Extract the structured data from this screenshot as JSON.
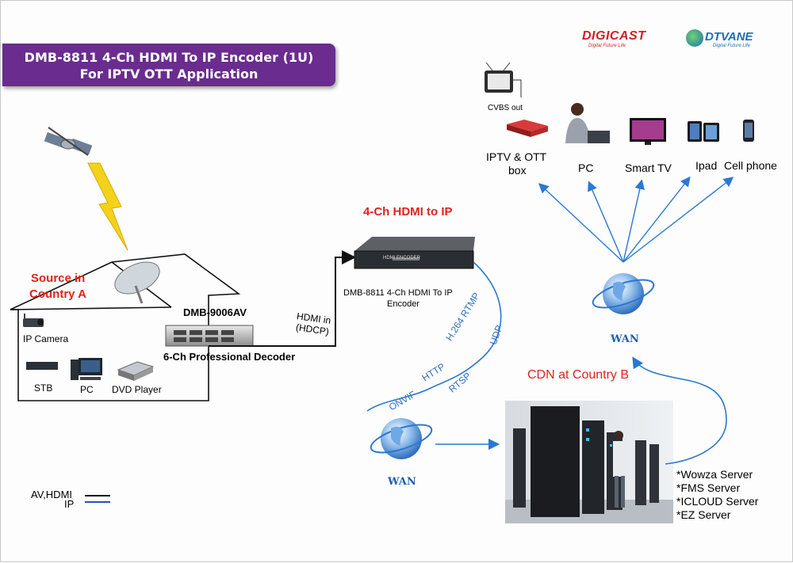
{
  "title": {
    "line1": "DMB-8811 4-Ch HDMI To IP Encoder (1U)",
    "line2": "For IPTV OTT Application"
  },
  "logos": {
    "digicast": "DIGICAST",
    "digicast_tagline": "Digital Future Life",
    "dtvane": "DTVANE",
    "dtvane_tagline": "Digital Future Life"
  },
  "source": {
    "heading": "Source in Country A",
    "heading_line1": "Source in",
    "heading_line2": "Country A",
    "devices": [
      "IP Camera",
      "STB",
      "PC",
      "DVD Player"
    ]
  },
  "decoder": {
    "model": "DMB-9006AV",
    "name": "6-Ch Professional Decoder"
  },
  "hdmi_link": {
    "line1": "HDMI in",
    "line2": "(HDCP)"
  },
  "encoder": {
    "heading": "4-Ch HDMI to IP",
    "panel_text": "HDMI ENCODER",
    "caption_line1": "DMB-8811 4-Ch HDMI To IP",
    "caption_line2": "Encoder"
  },
  "protocols": [
    "H.264 RTMP",
    "UDP",
    "HTTP",
    "RTSP",
    "ONVIF"
  ],
  "wan_label": "WAN",
  "cdn": {
    "heading": "CDN at Country B",
    "servers": [
      "*Wowza Server",
      "*FMS Server",
      "*ICLOUD Server",
      "*EZ Server"
    ]
  },
  "endpoints": {
    "cvbs": "CVBS out",
    "iptv_line1": "IPTV & OTT",
    "iptv_line2": "box",
    "pc": "PC",
    "smart_tv": "Smart TV",
    "ipad": "Ipad",
    "cell_phone": "Cell phone"
  },
  "legend": {
    "av_hdmi": "AV,HDMI",
    "ip": "IP"
  },
  "colors": {
    "banner": "#6a2c8e",
    "heading_red": "#e0231c",
    "ip_line": "#2a78d2",
    "av_line": "#111111",
    "wan_text": "#1f5fb0"
  },
  "icons": [
    "satellite-icon",
    "lightning-icon",
    "satellite-dish-icon",
    "house-outline",
    "ip-camera-icon",
    "stb-icon",
    "pc-icon",
    "dvd-player-icon",
    "rack-decoder-icon",
    "rack-encoder-icon",
    "globe-icon",
    "server-room-photo",
    "tv-icon",
    "set-top-box-icon",
    "person-laptop-icon",
    "smart-tv-icon",
    "tablet-icon",
    "phone-icon"
  ]
}
